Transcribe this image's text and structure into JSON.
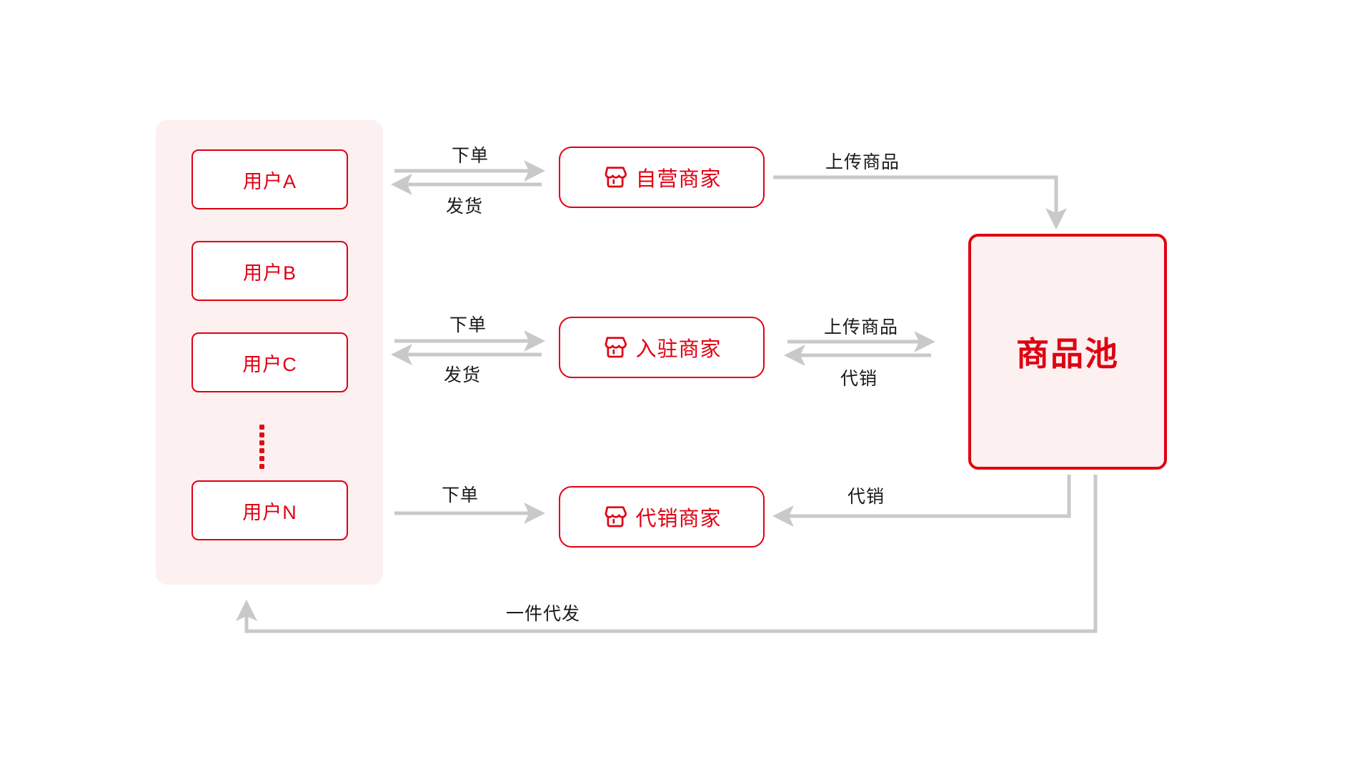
{
  "colors": {
    "brand_red": "#E00013",
    "panel_pink": "#FCF0F0",
    "arrow_gray": "#C9C9C9",
    "label_text": "#1A1A1A"
  },
  "user_panel": {
    "users": [
      "用户A",
      "用户B",
      "用户C",
      "用户N"
    ],
    "ellipsis_dots": 6
  },
  "merchants": [
    "自营商家",
    "入驻商家",
    "代销商家"
  ],
  "pool": {
    "label": "商品池"
  },
  "labels": {
    "order1": "下单",
    "ship1": "发货",
    "upload1": "上传商品",
    "order2": "下单",
    "ship2": "发货",
    "upload2": "上传商品",
    "consign2": "代销",
    "order3": "下单",
    "consign3": "代销",
    "dropship": "一件代发"
  }
}
